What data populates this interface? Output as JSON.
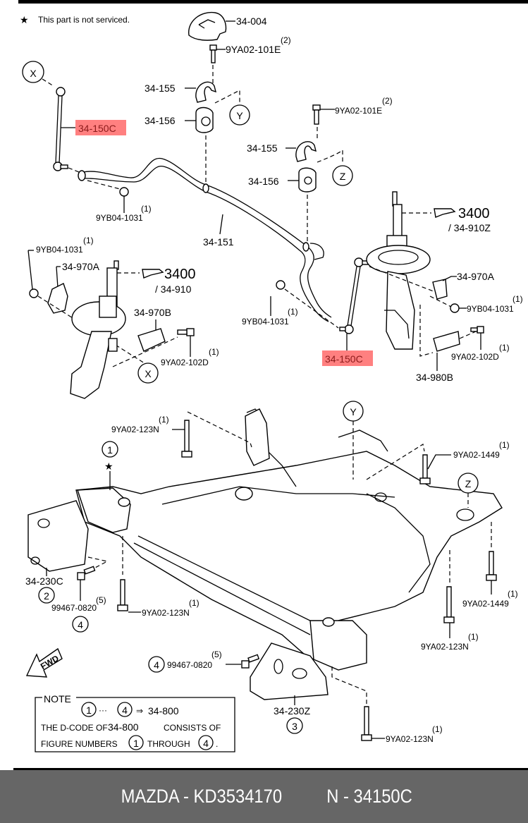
{
  "header": {
    "legend_symbol": "★",
    "legend_text": "This part is not serviced."
  },
  "highlight_color": "#ff8080",
  "labels": {
    "cover": "34-004",
    "bolt_101e_top": "9YA02-101E",
    "bolt_101e_top_qty": "(2)",
    "bolt_101e_right": "9YA02-101E",
    "bolt_101e_right_qty": "(2)",
    "clamp_left": "34-155",
    "bushing_left": "34-156",
    "clamp_right": "34-155",
    "bushing_right": "34-156",
    "link_left": "34-150C",
    "link_right": "34-150C",
    "nut_left_bar": "9YB04-1031",
    "nut_left_bar_qty": "(1)",
    "stabilizer_bar": "34-151",
    "nut_left_strut": "9YB04-1031",
    "nut_left_strut_qty": "(1)",
    "bracket_970a_left": "34-970A",
    "ref_3400_left": "3400",
    "ref_910_left": "/ 34-910",
    "bracket_970b": "34-970B",
    "bolt_102d_left": "9YA02-102D",
    "bolt_102d_left_qty": "(1)",
    "ref_3400_right": "3400",
    "ref_910z_right": "/ 34-910Z",
    "bracket_970a_right": "34-970A",
    "nut_right_strut": "9YB04-1031",
    "nut_right_strut_qty": "(1)",
    "nut_right_bar": "9YB04-1031",
    "nut_right_bar_qty": "(1)",
    "bolt_102d_right": "9YA02-102D",
    "bolt_102d_right_qty": "(1)",
    "bracket_980b": "34-980B",
    "bolt_123n_top": "9YA02-123N",
    "bolt_123n_top_qty": "(1)",
    "bolt_1449_top": "9YA02-1449",
    "bolt_1449_top_qty": "(1)",
    "bolt_1449_right": "9YA02-1449",
    "bolt_1449_right_qty": "(1)",
    "bracket_230c": "34-230C",
    "bolt_0820_left": "99467-0820",
    "bolt_0820_left_qty": "(5)",
    "bolt_123n_mid": "9YA02-123N",
    "bolt_123n_mid_qty": "(1)",
    "bolt_123n_right": "9YA02-123N",
    "bolt_123n_right_qty": "(1)",
    "bolt_0820_center": "99467-0820",
    "bolt_0820_center_qty": "(5)",
    "bracket_230z": "34-230Z",
    "bolt_123n_bottom": "9YA02-123N",
    "bolt_123n_bottom_qty": "(1)",
    "fwd": "FWD"
  },
  "callouts": {
    "x": "X",
    "y": "Y",
    "z": "Z",
    "n1": "1",
    "n2": "2",
    "n3": "3",
    "n4": "4"
  },
  "note": {
    "title": "NOTE",
    "range_from": "1",
    "range_dots": "···",
    "range_to": "4",
    "arrow": "⇒",
    "range_result": "34-800",
    "line2_a": "THE D-CODE OF",
    "line2_code": "34-800",
    "line2_b": "CONSISTS OF",
    "line3_a": "FIGURE NUMBERS",
    "line3_n1": "1",
    "line3_b": "THROUGH",
    "line3_n2": "4",
    "line3_end": "."
  },
  "footer": {
    "brand_part": "MAZDA - KD3534170",
    "ref": "N - 34150C"
  }
}
